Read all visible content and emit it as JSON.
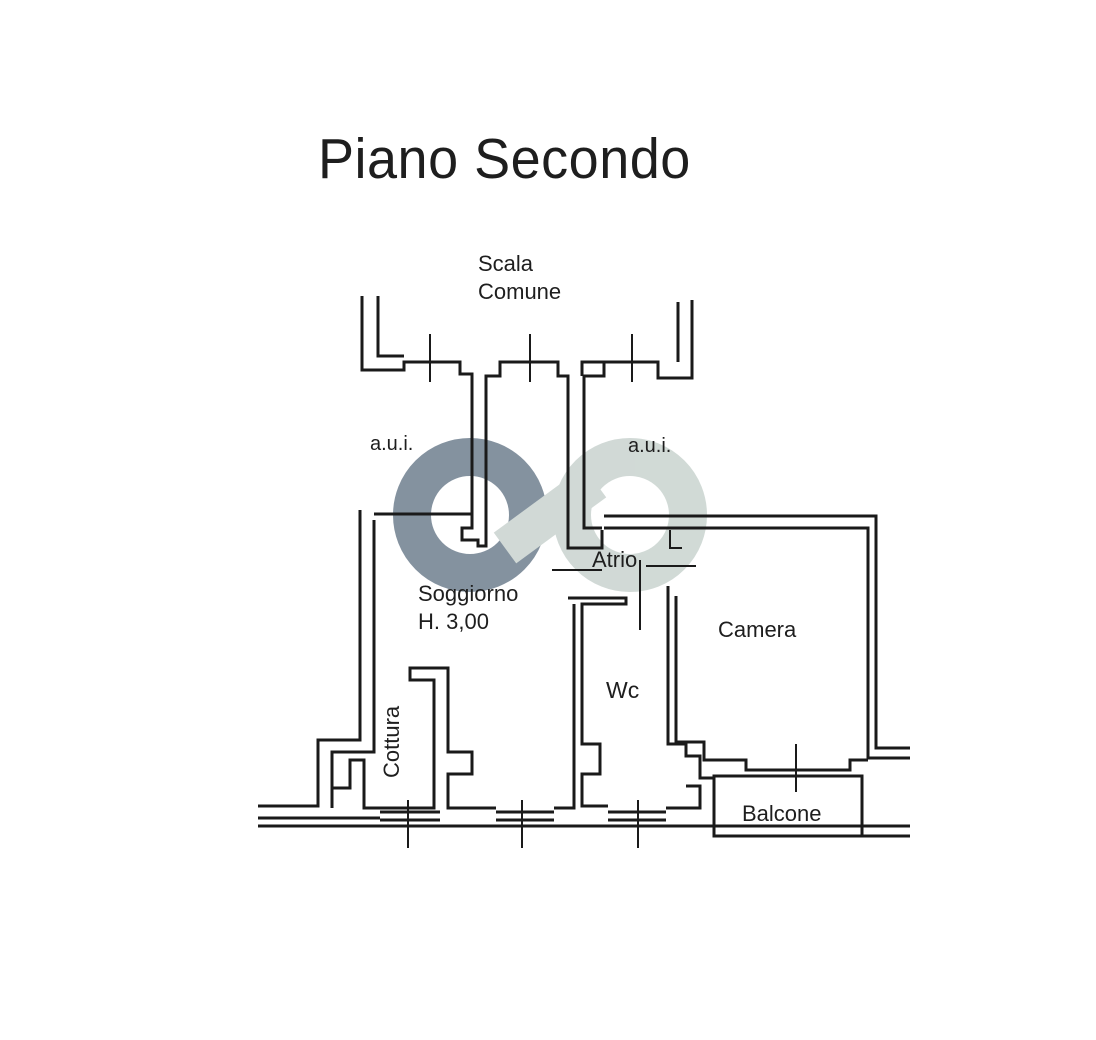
{
  "title": "Piano Secondo",
  "labels": {
    "stairs_line1": "Scala",
    "stairs_line2": "Comune",
    "aui_left": "a.u.i.",
    "aui_right": "a.u.i.",
    "atrio": "Atrio",
    "soggiorno_line1": "Soggiorno",
    "soggiorno_line2": "H. 3,00",
    "camera": "Camera",
    "wc": "Wc",
    "cottura": "Cottura",
    "balcone": "Balcone"
  },
  "colors": {
    "ink": "#1a1a1a",
    "watermark_dark": "#6f7f8f",
    "watermark_light": "#c9d3cf"
  },
  "watermark": {
    "icon": "infinity-logo"
  }
}
